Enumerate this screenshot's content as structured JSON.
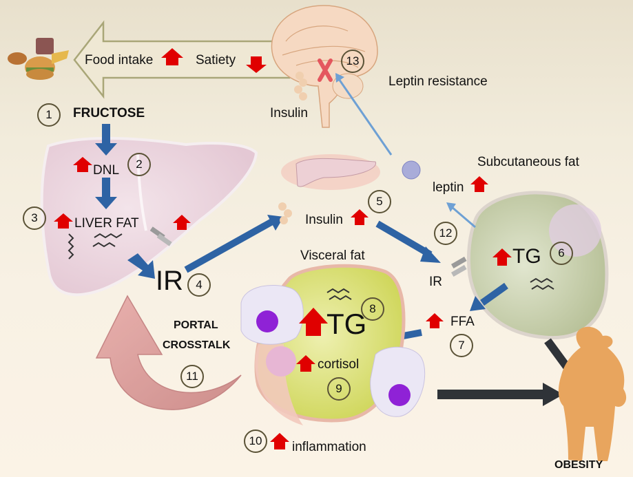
{
  "colors": {
    "background": "#f6efe1",
    "flow_arrow": "#2e63a4",
    "signal_arrow": "#6ea0d4",
    "increase_arrow": "#e00000",
    "dark_arrow": "#2f3338",
    "step_circle": "#5a5236",
    "liver": "#ead4dd",
    "visceral_fat": "#d9df7a",
    "subcutaneous_fat": "#c8d0b0",
    "obesity_figure": "#e8a55e",
    "portal_arrow": "#d99a9a"
  },
  "top_arrow": {
    "food_intake": "Food intake",
    "satiety": "Satiety",
    "food_intake_direction": "up",
    "satiety_direction": "down"
  },
  "brain": {
    "insulin_label": "Insulin",
    "leptin_resistance": "Leptin resistance",
    "blocked_mark": "X"
  },
  "liver": {
    "fructose": "FRUCTOSE",
    "dnl": "DNL",
    "liver_fat": "LIVER FAT",
    "ir": "IR"
  },
  "pancreas": {
    "insulin": "Insulin"
  },
  "subcutaneous": {
    "title": "Subcutaneous fat",
    "leptin": "leptin",
    "tg": "TG",
    "ir": "IR",
    "ffa": "FFA"
  },
  "visceral": {
    "title": "Visceral fat",
    "tg": "TG",
    "cortisol": "cortisol",
    "inflammation": "inflammation"
  },
  "portal": {
    "line1": "PORTAL",
    "line2": "CROSSTALK"
  },
  "outcome": {
    "obesity": "OBESITY"
  },
  "steps": [
    "1",
    "2",
    "3",
    "4",
    "5",
    "6",
    "7",
    "8",
    "9",
    "10",
    "11",
    "12",
    "13"
  ]
}
